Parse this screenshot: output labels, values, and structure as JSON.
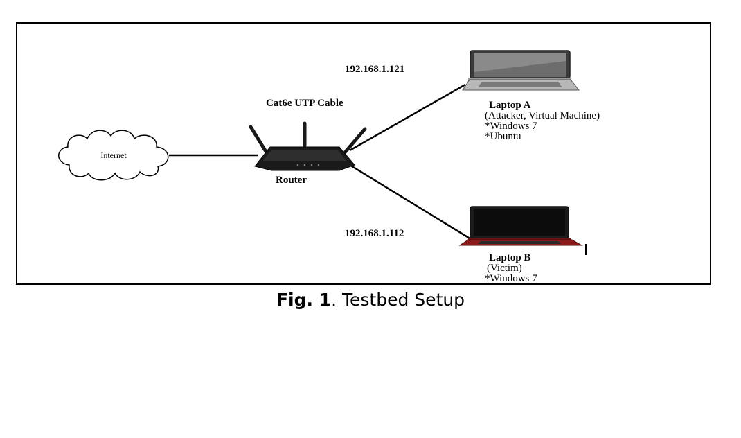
{
  "nodes": {
    "internet": {
      "label": "Internet"
    },
    "router": {
      "label": "Router"
    },
    "laptop_a": {
      "title": "Laptop A",
      "subtitle": "(Attacker, Virtual Machine)",
      "os_1": "*Windows 7",
      "os_2": "*Ubuntu",
      "ip": "192.168.1.121"
    },
    "laptop_b": {
      "title": "Laptop B",
      "subtitle": "(Victim)",
      "os_1": "*Windows 7",
      "ip": "192.168.1.112"
    }
  },
  "links": {
    "cable_label": "Cat6e UTP Cable"
  },
  "caption": {
    "prefix": "Fig. 1",
    "text": ". Testbed Setup"
  },
  "colors": {
    "frame": "#000000",
    "router_body": "#1a1a1a",
    "laptop_b_accent": "#8b1a1a"
  }
}
